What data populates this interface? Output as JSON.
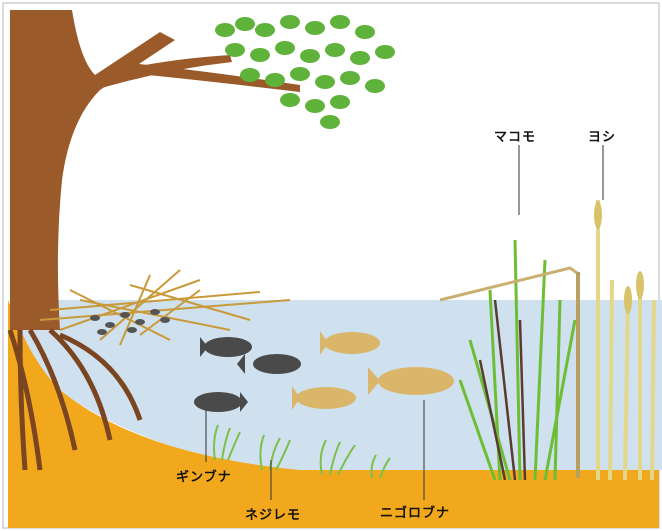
{
  "labels": {
    "makomo": "マコモ",
    "yoshi": "ヨシ",
    "ginbuna": "ギンブナ",
    "nejiremo": "ネジレモ",
    "nigorobuna": "ニゴロブナ"
  },
  "colors": {
    "water": "#cfe0ee",
    "ground": "#f2a81c",
    "trunk": "#9a5a2a",
    "foliage": "#5fb23a",
    "dark_fish": "#4a4a4a",
    "light_fish": "#d9b66a",
    "reed": "#e3d78a",
    "makomo_green": "#6dbe35",
    "makomo_dark": "#5a3b32"
  }
}
